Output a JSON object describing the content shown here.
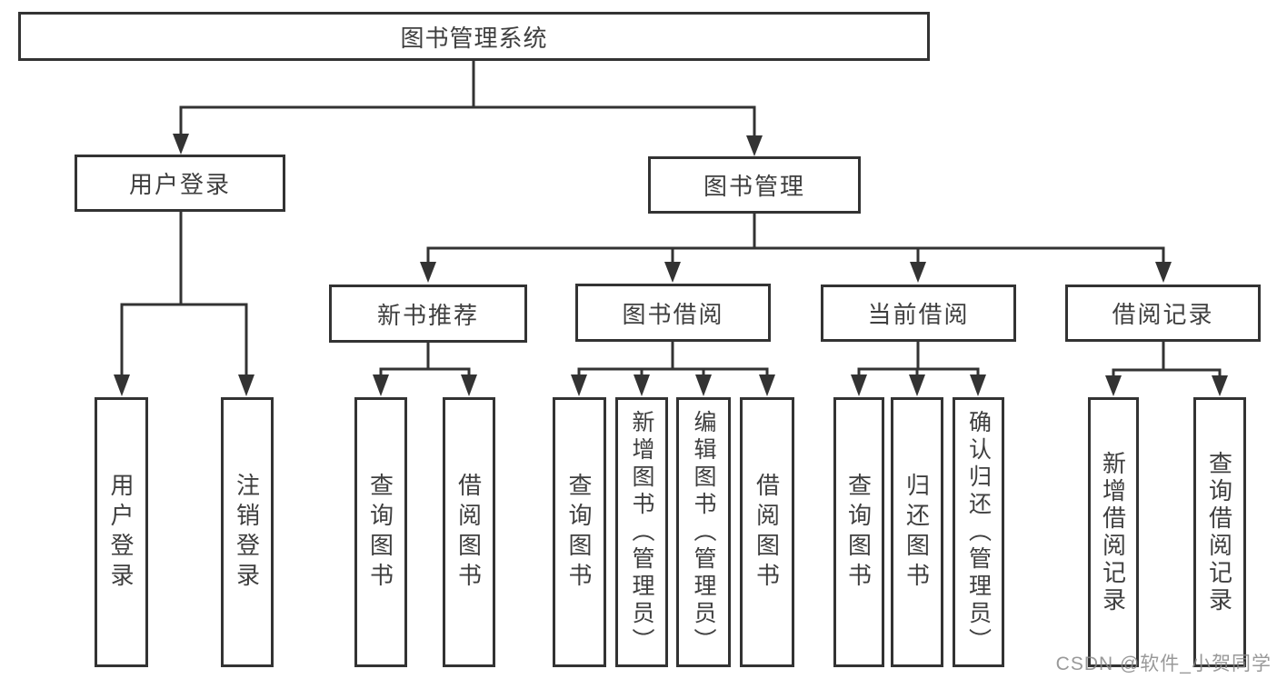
{
  "diagram": {
    "type": "hierarchy-tree",
    "tree": {
      "label": "图书管理系统",
      "children": [
        {
          "label": "用户登录",
          "children": [
            {
              "label": "用户登录"
            },
            {
              "label": "注销登录"
            }
          ]
        },
        {
          "label": "图书管理",
          "children": [
            {
              "label": "新书推荐",
              "children": [
                {
                  "label": "查询图书"
                },
                {
                  "label": "借阅图书"
                }
              ]
            },
            {
              "label": "图书借阅",
              "children": [
                {
                  "label": "查询图书"
                },
                {
                  "label": "新增图书（管理员）"
                },
                {
                  "label": "编辑图书（管理员）"
                },
                {
                  "label": "借阅图书"
                }
              ]
            },
            {
              "label": "当前借阅",
              "children": [
                {
                  "label": "查询图书"
                },
                {
                  "label": "归还图书"
                },
                {
                  "label": "确认归还（管理员）"
                }
              ]
            },
            {
              "label": "借阅记录",
              "children": [
                {
                  "label": "新增借阅记录"
                },
                {
                  "label": "查询借阅记录"
                }
              ]
            }
          ]
        }
      ]
    },
    "colors": {
      "line": "#333333",
      "text": "#3f3f3f",
      "box_background": "#ffffff",
      "page_background": "#ffffff"
    }
  },
  "watermark": {
    "text": "CSDN @软件_小贺同学",
    "color": "#878787"
  }
}
